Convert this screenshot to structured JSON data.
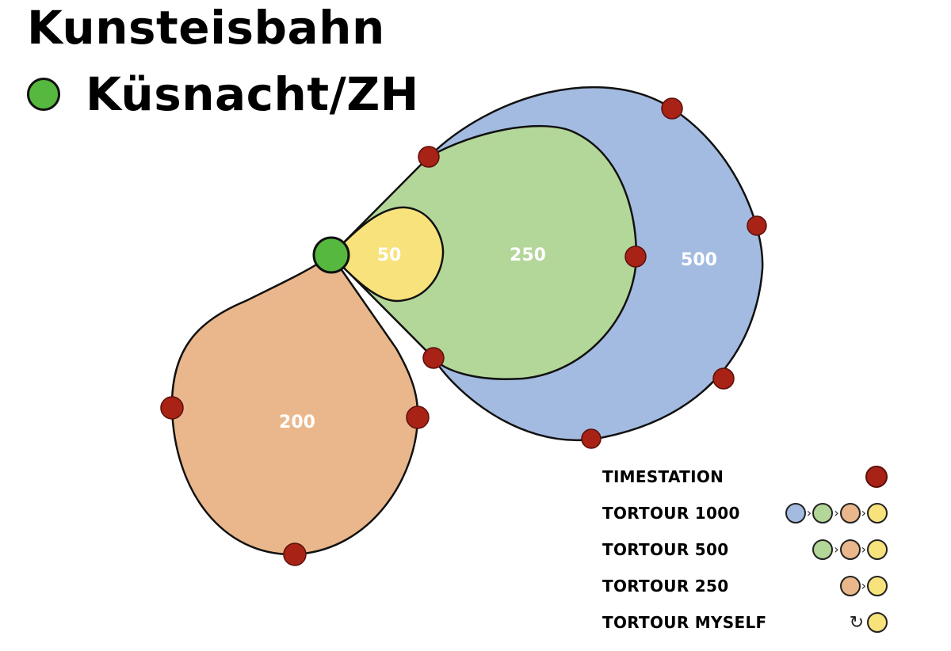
{
  "title": {
    "line1": "Kunsteisbahn",
    "line2": "Küsnacht/ZH"
  },
  "colors": {
    "start": "#56b83e",
    "timestation": "#a82216",
    "route_500": "#a3bbe0",
    "route_250": "#b3d699",
    "route_200": "#e9b78b",
    "route_50": "#f7e27c"
  },
  "routes": {
    "r500": {
      "label": "500"
    },
    "r250": {
      "label": "250"
    },
    "r200": {
      "label": "200"
    },
    "r50": {
      "label": "50"
    }
  },
  "legend": {
    "timestation": {
      "label": "TIMESTATION"
    },
    "t1000": {
      "label": "TORTOUR 1000",
      "sequence": [
        "route_500",
        "route_250",
        "route_200",
        "route_50"
      ]
    },
    "t500": {
      "label": "TORTOUR 500",
      "sequence": [
        "route_250",
        "route_200",
        "route_50"
      ]
    },
    "t250": {
      "label": "TORTOUR 250",
      "sequence": [
        "route_200",
        "route_50"
      ]
    },
    "myself": {
      "label": "TORTOUR MYSELF",
      "icon": "repeat-arrow-icon",
      "sequence": [
        "route_50"
      ]
    }
  }
}
